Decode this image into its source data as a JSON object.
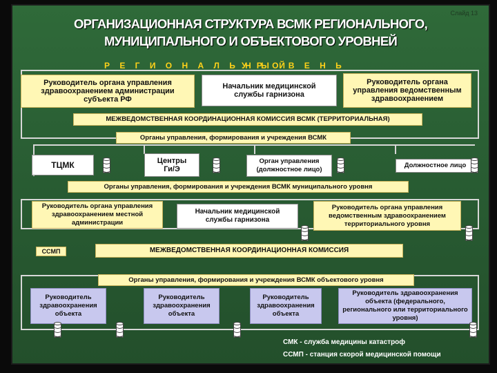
{
  "slide_number": "Слайд 13",
  "title": {
    "line1": "ОРГАНИЗАЦИОННАЯ СТРУКТУРА ВСМК РЕГИОНАЛЬНОГО,",
    "line2": "МУНИЦИПАЛЬНОГО И ОБЪЕКТОВОГО УРОВНЕЙ"
  },
  "regional": {
    "heading1": "Р Е Г И О Н А Л Ь Н Ы Й",
    "heading2": "У Р О В Е Н Ь",
    "head_admin": "Руководитель органа управления здравоохранением администрации субъекта РФ",
    "garrison_chief": "Начальник медицинской службы гарнизона",
    "head_departmental": "Руководитель органа управления ведомственным здравоохранением",
    "commission": "МЕЖВЕДОМСТВЕННАЯ КООРДИНАЦИОННАЯ КОМИССИЯ ВСМК (ТЕРРИТОРИАЛЬНАЯ)",
    "bodies": "Органы управления, формирования и учреждения ВСМК",
    "tcmk": "ТЦМК",
    "centers": "Центры Ги/Э",
    "authority": "Орган управления (должностное лицо)",
    "official": "Должностное лицо"
  },
  "municipal": {
    "bodies": "Органы управления, формирования и учреждения ВСМК муниципального уровня",
    "head_local_admin": "Руководитель органа управления здравоохранением местной администрации",
    "garrison_chief": "Начальник медицинской службы гарнизона",
    "head_departmental_territorial": "Руководитель органа управления ведомственным здравоохранением территориального уровня",
    "ssmp": "ССМП",
    "commission": "МЕЖВЕДОМСТВЕННАЯ КООРДИНАЦИОННАЯ КОМИССИЯ"
  },
  "object": {
    "bodies": "Органы управления, формирования и учреждения ВСМК объектового уровня",
    "head1": "Руководитель здравоохранения объекта",
    "head2": "Руководитель здравоохранения объекта",
    "head3": "Руководитель здравоохранения объекта",
    "head4": "Руководитель здравоохранения объекта (федерального, регионального или территориального уровня)"
  },
  "legend": {
    "smk": "СМК - служба медицины катастроф",
    "ssmp": "ССМП - станция скорой медицинской помощи"
  },
  "colors": {
    "background": "#295d33",
    "yellow_box": "#fff7b5",
    "lavender_box": "#c8c8ee",
    "heading": "#ffd21a"
  }
}
